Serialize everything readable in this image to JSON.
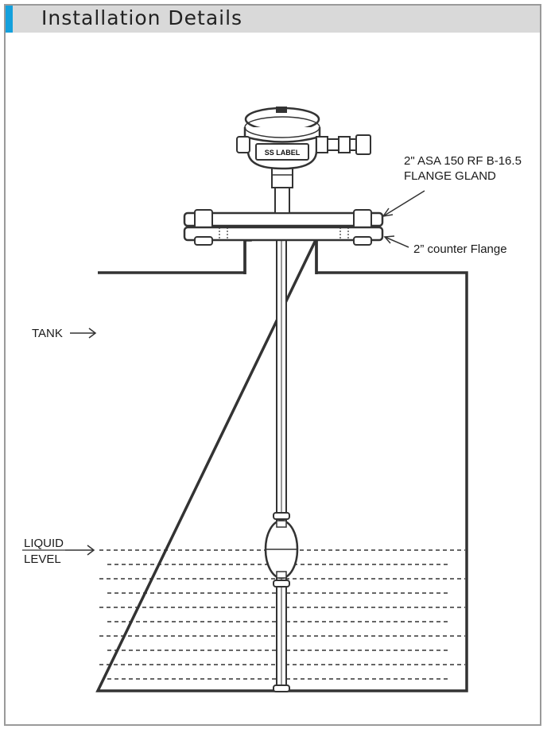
{
  "header": {
    "title": "Installation Details",
    "accent_color": "#14a0dc"
  },
  "diagram": {
    "device_label": "SS LABEL",
    "flange_gland_line1": "2\" ASA 150 RF B-16.5",
    "flange_gland_line2": "FLANGE GLAND",
    "counter_flange": "2” counter Flange",
    "tank": "TANK",
    "liquid_line1": "LIQUID",
    "liquid_line2": "LEVEL"
  }
}
